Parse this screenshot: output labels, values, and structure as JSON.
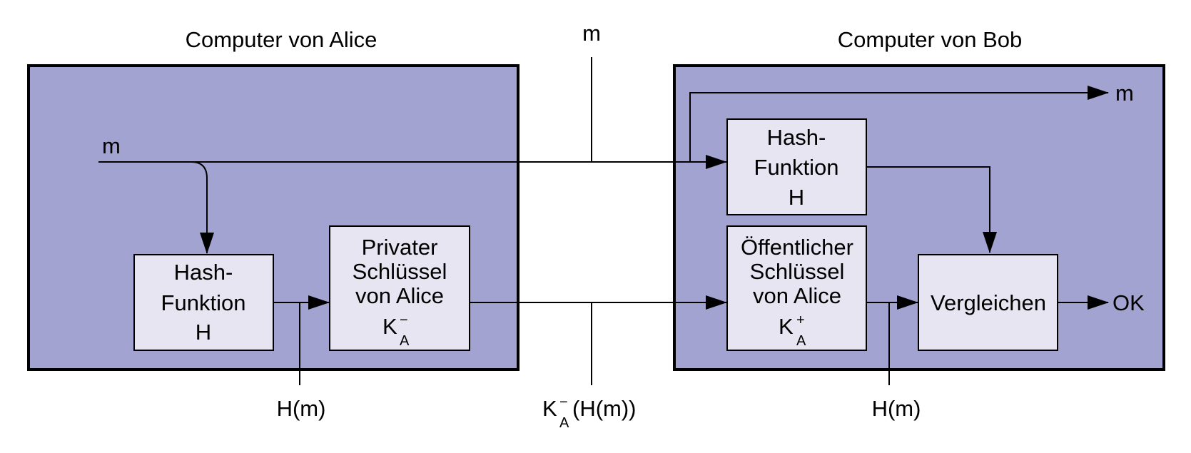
{
  "alice": {
    "title": "Computer von Alice",
    "m": "m",
    "hash": [
      "Hash-",
      "Funktion",
      "H"
    ],
    "private_key": [
      "Privater",
      "Schlüssel",
      "von Alice"
    ],
    "key": {
      "base": "K",
      "sup": "−",
      "sub": "A"
    },
    "hm_label": "H(m)"
  },
  "channel": {
    "m": "m",
    "sig": {
      "base": "K",
      "sup": "−",
      "sub": "A",
      "rest": "(H(m))"
    }
  },
  "bob": {
    "title": "Computer von Bob",
    "m_out": "m",
    "hash": [
      "Hash-",
      "Funktion",
      "H"
    ],
    "public_key": [
      "Öffentlicher",
      "Schlüssel",
      "von Alice"
    ],
    "key": {
      "base": "K",
      "sup": "+",
      "sub": "A"
    },
    "compare": "Vergleichen",
    "ok": "OK",
    "hm_label": "H(m)"
  }
}
